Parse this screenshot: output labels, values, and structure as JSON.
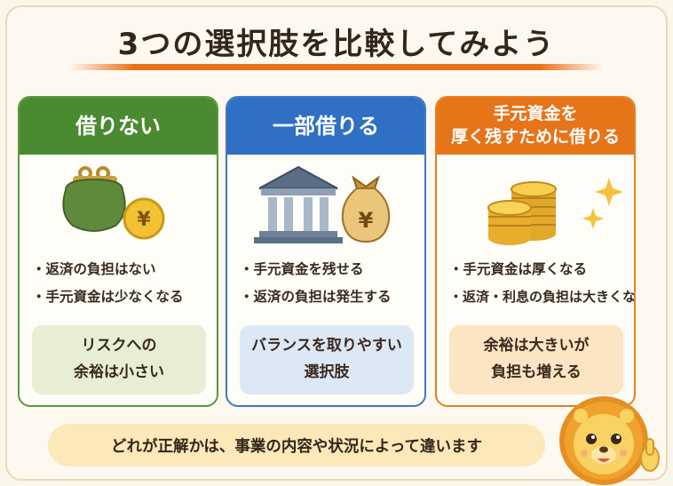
{
  "title": "3つの選択肢を比較してみよう",
  "cards": [
    {
      "heading": "借りない",
      "illustration": [
        "coin-purse-icon",
        "yen-coin-icon"
      ],
      "bullets": [
        "返済の負担はない",
        "手元資金は少なくなる"
      ],
      "note_line1": "リスクへの",
      "note_line2": "余裕は小さい",
      "color": "#4a8a30"
    },
    {
      "heading": "一部借りる",
      "illustration": [
        "bank-icon",
        "yen-money-bag-icon"
      ],
      "bullets": [
        "手元資金を残せる",
        "返済の負担は発生する"
      ],
      "note_line1": "バランスを取りやすい",
      "note_line2": "選択肢",
      "color": "#2f6fc4"
    },
    {
      "heading_line1": "手元資金を",
      "heading_line2": "厚く残すために借りる",
      "illustration": [
        "coin-stacks-icon",
        "sparkle-icon"
      ],
      "bullets": [
        "手元資金は厚くなる",
        "返済・利息の負担は大きくなる"
      ],
      "note_line1": "余裕は大きいが",
      "note_line2": "負担も増える",
      "color": "#e67418"
    }
  ],
  "bottom_message": "どれが正解かは、事業の内容や状況によって違います",
  "mascot": "lion-mascot-icon",
  "colors": {
    "accent": "#e9721c",
    "background": "#fbf6ea"
  }
}
